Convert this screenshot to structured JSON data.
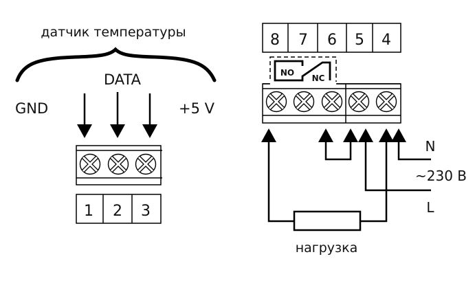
{
  "sensor": {
    "title": "датчик температуры",
    "pins": {
      "gnd": "GND",
      "data": "DATA",
      "vcc": "+5 V"
    },
    "terminal_numbers": [
      "1",
      "2",
      "3"
    ]
  },
  "relay_module": {
    "terminal_numbers": [
      "8",
      "7",
      "6",
      "5",
      "4"
    ],
    "contact_labels": {
      "no": "NO",
      "nc": "NC"
    }
  },
  "power": {
    "neutral": "N",
    "voltage": "~230 В",
    "line": "L"
  },
  "load": {
    "label": "нагрузка"
  },
  "colors": {
    "line": "#000000",
    "text": "#111111",
    "background": "#ffffff"
  }
}
